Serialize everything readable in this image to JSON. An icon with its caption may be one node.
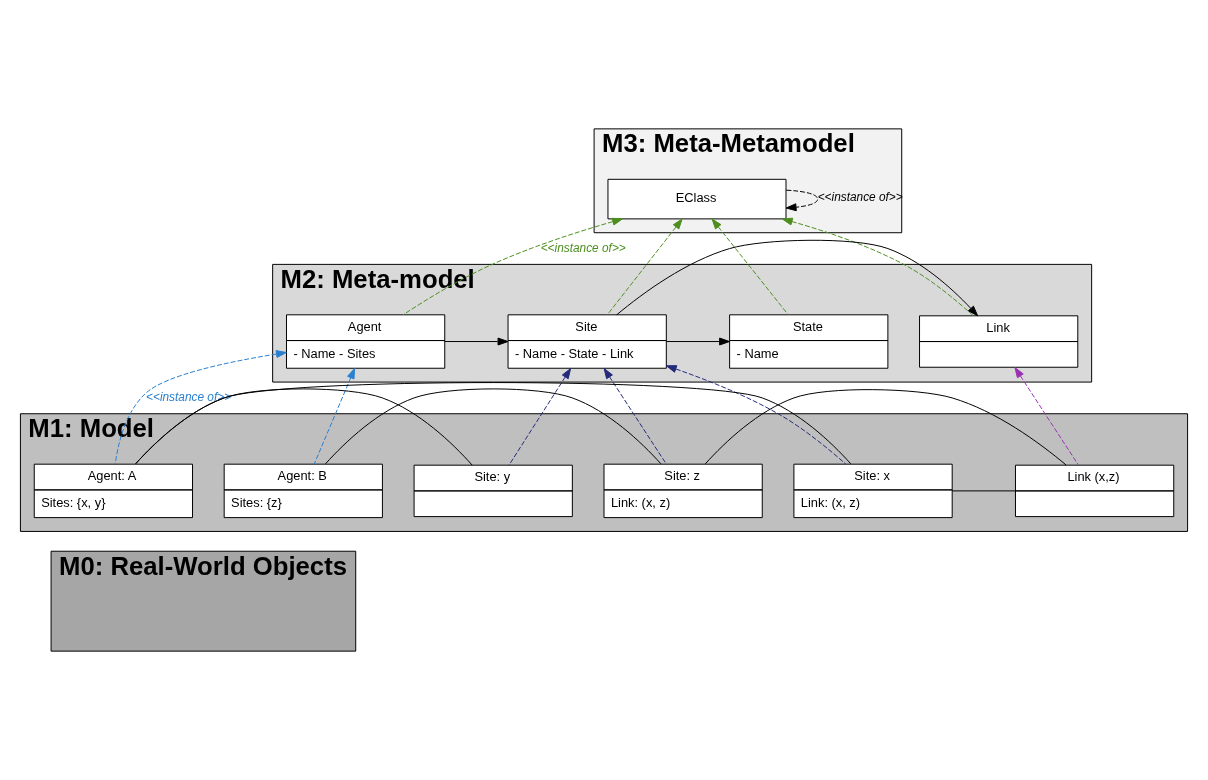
{
  "diagram": {
    "nodes": [
      {
        "text": [
          "M3: Meta-Metamodel"
        ]
      },
      {
        "text": [
          "EClass"
        ],
        "in": 0
      },
      {
        "text": [
          "M2: Meta-model"
        ]
      },
      {
        "text": [
          "Agent",
          "- Name - Sites"
        ],
        "in": 2
      },
      {
        "text": [
          "Site",
          "- Name - State - Link"
        ],
        "in": 2
      },
      {
        "text": [
          "State",
          "- Name"
        ],
        "in": 2
      },
      {
        "text": [
          "Link"
        ],
        "in": 2
      },
      {
        "text": [
          "M1: Model"
        ]
      },
      {
        "text": [
          "Agent: A",
          "Sites: {x, y}"
        ],
        "in": 7
      },
      {
        "text": [
          "Site: x",
          "Link: (x, z)"
        ],
        "in": 7
      },
      {
        "text": [
          "Site: y"
        ],
        "in": 7
      },
      {
        "text": [
          "Link (x,z)"
        ],
        "in": 7
      },
      {
        "text": [
          "Site: z",
          "Link: (x, z)"
        ],
        "in": 7
      },
      {
        "text": [
          "Agent: B",
          "Sites: {z}"
        ],
        "in": 7
      },
      {
        "text": [
          "M0: Real-World Objects"
        ]
      }
    ],
    "edges": [
      {
        "from": 1,
        "to": 1,
        "arrow": "to",
        "style": "dashed",
        "label": "<<instance of>>"
      },
      {
        "from": 3,
        "to": 1,
        "arrow": "to",
        "style": "dashed",
        "color": "#4d8f1f",
        "label": "<<instance of>>"
      },
      {
        "from": 4,
        "to": 1,
        "arrow": "to",
        "style": "dashed",
        "color": "#4d8f1f"
      },
      {
        "from": 5,
        "to": 1,
        "arrow": "to",
        "style": "dashed",
        "color": "#4d8f1f"
      },
      {
        "from": 6,
        "to": 1,
        "arrow": "to",
        "style": "dashed",
        "color": "#4d8f1f"
      },
      {
        "from": 3,
        "to": 4,
        "arrow": "to"
      },
      {
        "from": 4,
        "to": 5,
        "arrow": "to"
      },
      {
        "from": 4,
        "to": 6,
        "arrow": "to"
      },
      {
        "from": 8,
        "to": 3,
        "arrow": "to",
        "style": "dashed",
        "color": "#2a7fcf",
        "label": "<<instance of>>"
      },
      {
        "from": 13,
        "to": 3,
        "arrow": "to",
        "style": "dashed",
        "color": "#2a7fcf"
      },
      {
        "from": 9,
        "to": 4,
        "arrow": "to",
        "style": "dashed",
        "color": "#232a78"
      },
      {
        "from": 12,
        "to": 4,
        "arrow": "to",
        "style": "dashed",
        "color": "#232a78"
      },
      {
        "from": 10,
        "to": 4,
        "arrow": "to",
        "style": "dashed",
        "color": "#232a78"
      },
      {
        "from": 11,
        "to": 6,
        "arrow": "to",
        "style": "dashed",
        "color": "#9b32b4"
      },
      {
        "from": 8,
        "to": 9,
        "arrow": "none"
      },
      {
        "from": 8,
        "to": 10,
        "arrow": "none"
      },
      {
        "from": 9,
        "to": 11,
        "arrow": "none"
      },
      {
        "from": 11,
        "to": 12,
        "arrow": "none"
      },
      {
        "from": 12,
        "to": 13,
        "arrow": "none"
      }
    ]
  }
}
